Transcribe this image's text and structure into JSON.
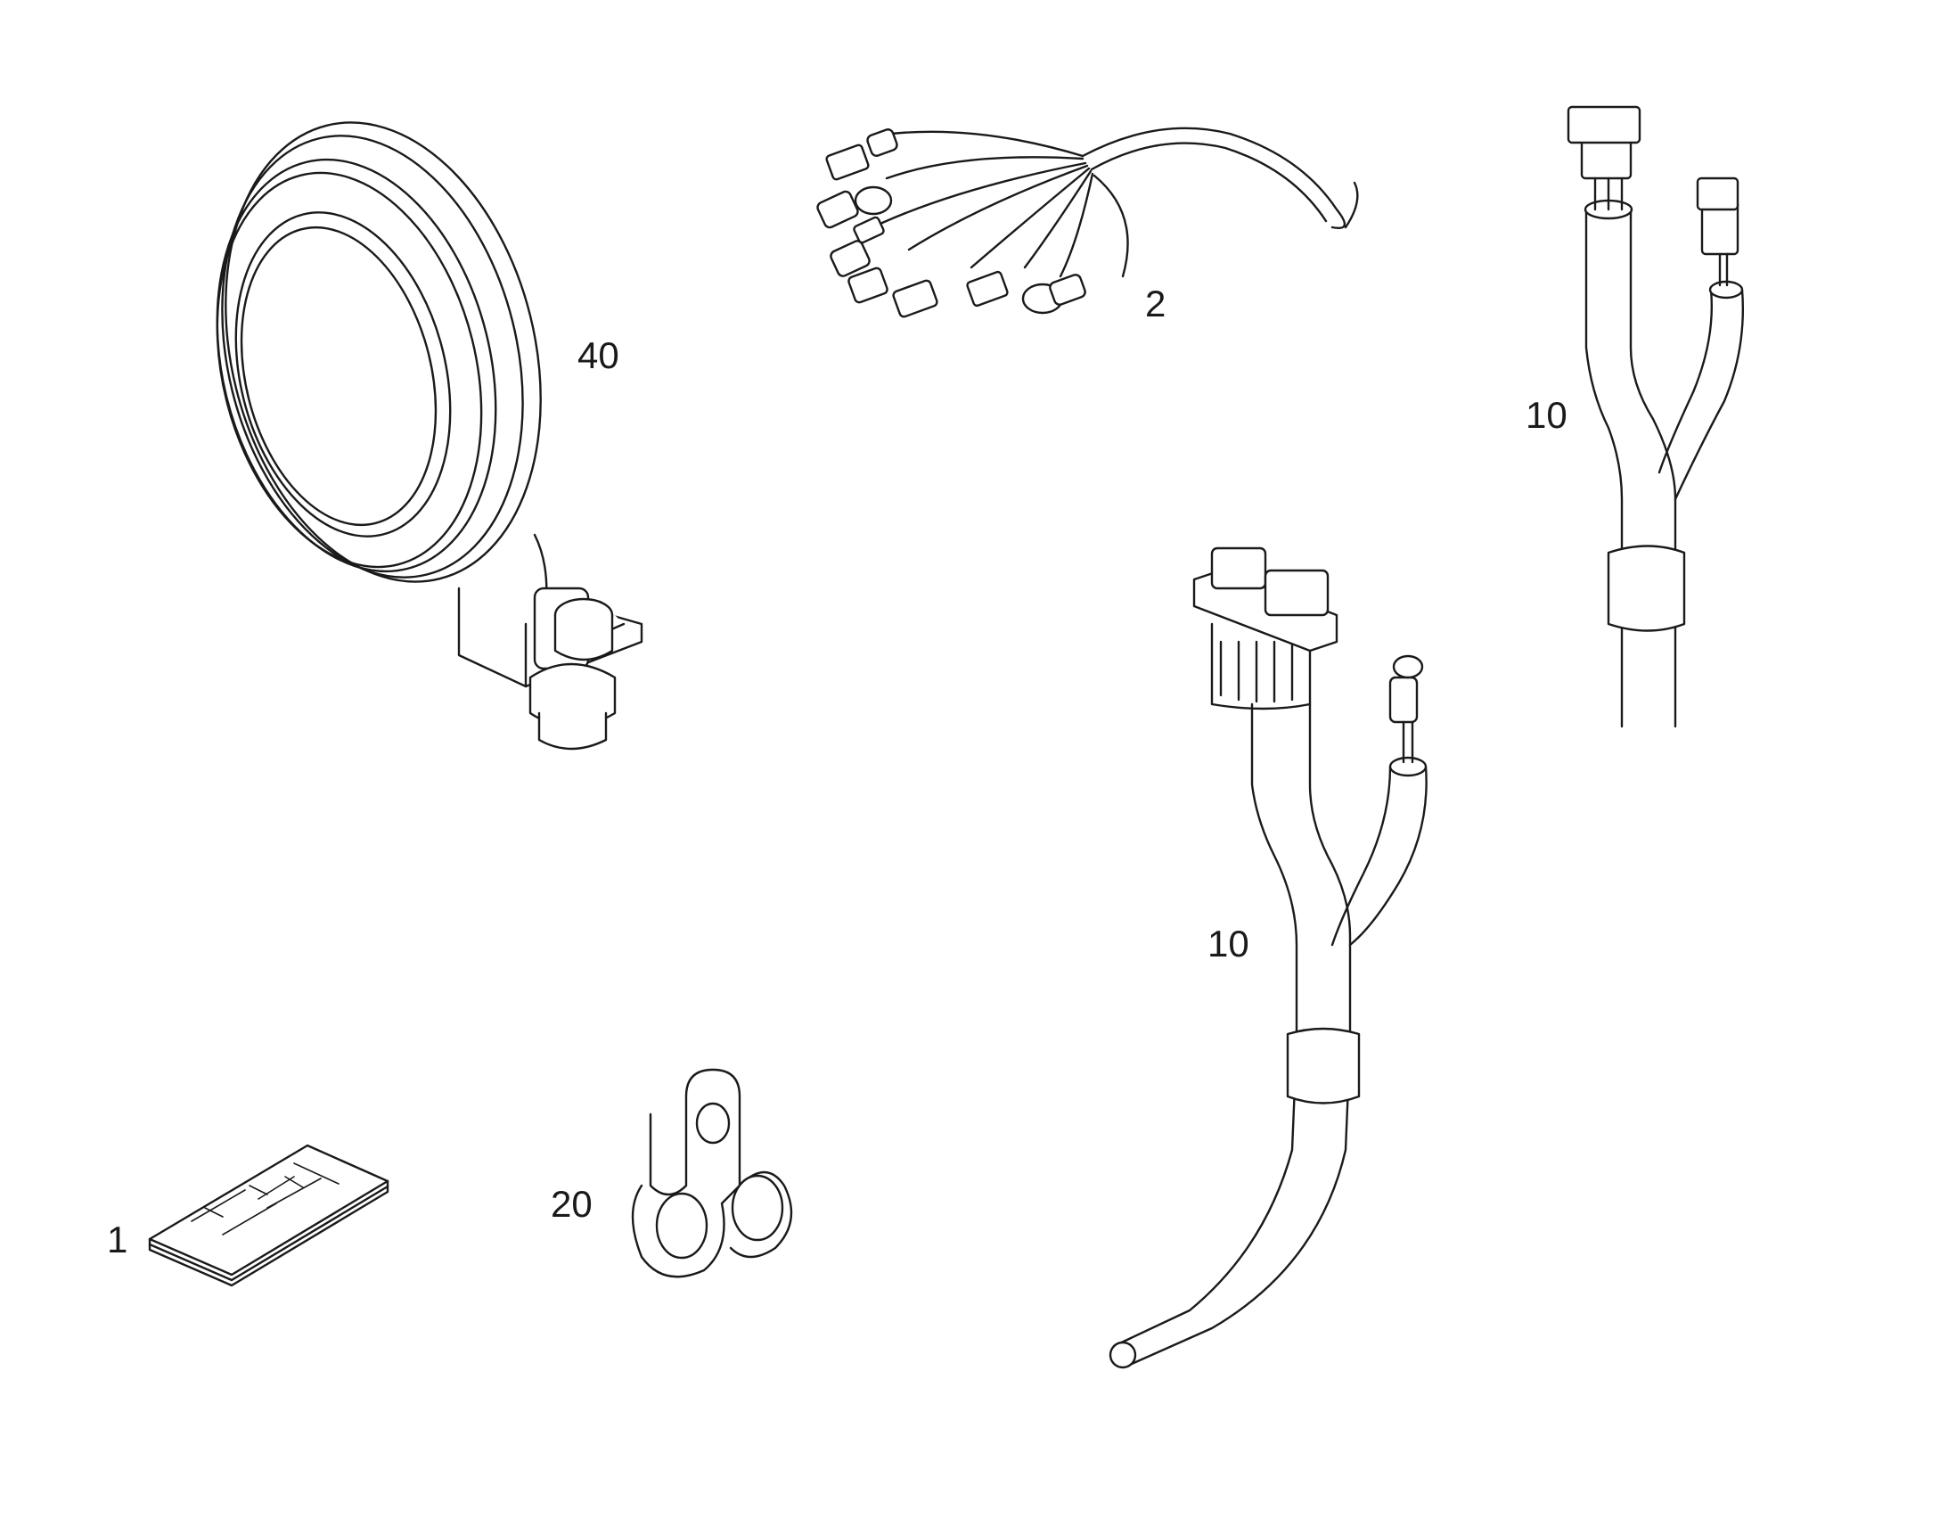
{
  "callouts": {
    "plan": "1",
    "harness_small": "2",
    "cable_top_right": "10",
    "cable_center": "10",
    "clamp": "20",
    "lamp": "40"
  },
  "colors": {
    "stroke": "#1a1a1a",
    "background": "#ffffff"
  }
}
